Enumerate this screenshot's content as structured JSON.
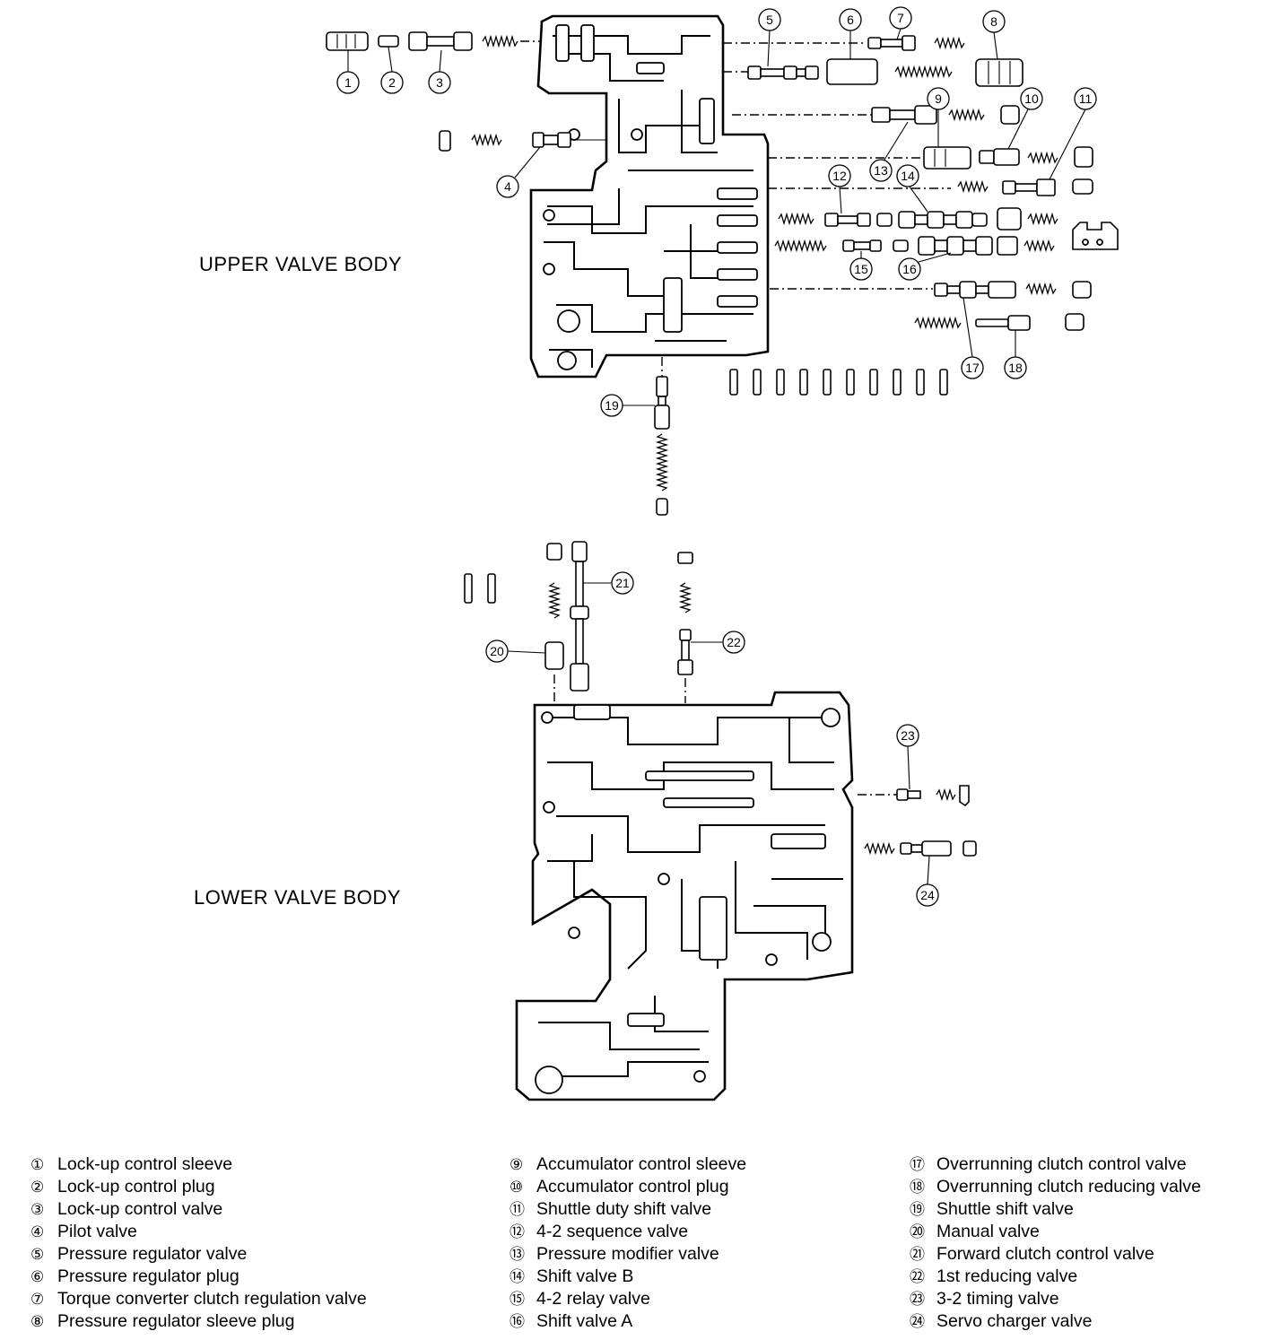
{
  "labels": {
    "upper": "UPPER VALVE BODY",
    "lower": "LOWER VALVE BODY"
  },
  "legend": {
    "col1": [
      {
        "num": "①",
        "text": "Lock-up control sleeve"
      },
      {
        "num": "②",
        "text": "Lock-up control plug"
      },
      {
        "num": "③",
        "text": "Lock-up control valve"
      },
      {
        "num": "④",
        "text": "Pilot valve"
      },
      {
        "num": "⑤",
        "text": "Pressure regulator valve"
      },
      {
        "num": "⑥",
        "text": "Pressure regulator plug"
      },
      {
        "num": "⑦",
        "text": "Torque converter clutch regulation valve"
      },
      {
        "num": "⑧",
        "text": "Pressure regulator sleeve plug"
      }
    ],
    "col2": [
      {
        "num": "⑨",
        "text": "Accumulator control sleeve"
      },
      {
        "num": "⑩",
        "text": "Accumulator control plug"
      },
      {
        "num": "⑪",
        "text": "Shuttle duty shift valve"
      },
      {
        "num": "⑫",
        "text": "4-2 sequence valve"
      },
      {
        "num": "⑬",
        "text": "Pressure modifier valve"
      },
      {
        "num": "⑭",
        "text": "Shift valve B"
      },
      {
        "num": "⑮",
        "text": "4-2 relay valve"
      },
      {
        "num": "⑯",
        "text": "Shift valve A"
      }
    ],
    "col3": [
      {
        "num": "⑰",
        "text": "Overrunning clutch control valve"
      },
      {
        "num": "⑱",
        "text": "Overrunning clutch reducing valve"
      },
      {
        "num": "⑲",
        "text": "Shuttle shift valve"
      },
      {
        "num": "⑳",
        "text": "Manual valve"
      },
      {
        "num": "㉑",
        "text": "Forward clutch control valve"
      },
      {
        "num": "㉒",
        "text": "1st reducing valve"
      },
      {
        "num": "㉓",
        "text": "3-2 timing valve"
      },
      {
        "num": "㉔",
        "text": "Servo charger valve"
      }
    ]
  },
  "callouts": [
    "1",
    "2",
    "3",
    "4",
    "5",
    "6",
    "7",
    "8",
    "9",
    "10",
    "11",
    "12",
    "13",
    "14",
    "15",
    "16",
    "17",
    "18",
    "19",
    "20",
    "21",
    "22",
    "23",
    "24"
  ]
}
